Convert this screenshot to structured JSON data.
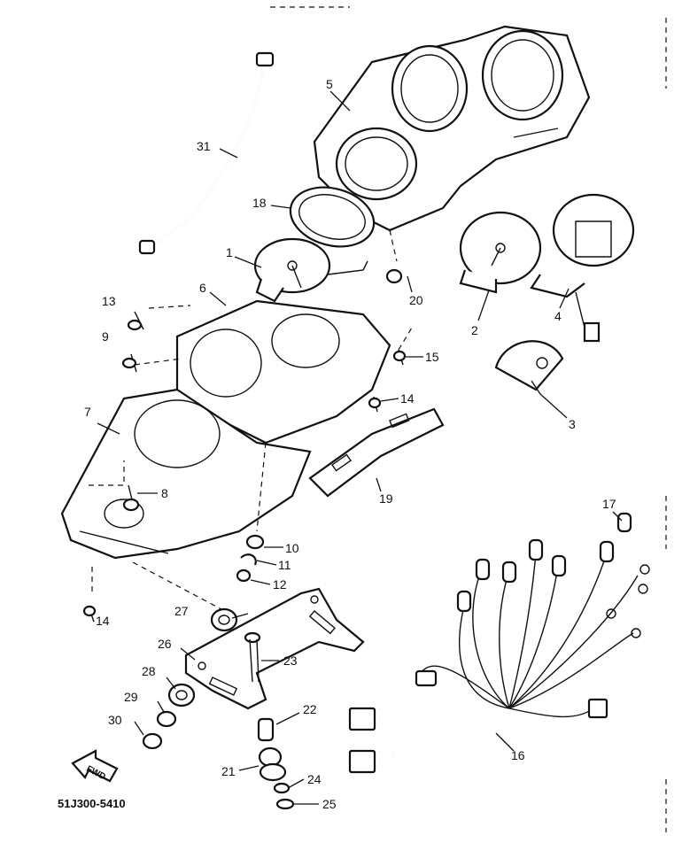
{
  "diagram": {
    "code": "51J300-5410",
    "fwd_label": "FWD",
    "callouts": {
      "n1": "1",
      "n2": "2",
      "n3": "3",
      "n4": "4",
      "n5": "5",
      "n6": "6",
      "n7": "7",
      "n8": "8",
      "n9": "9",
      "n10": "10",
      "n11": "11",
      "n12": "12",
      "n13": "13",
      "n14a": "14",
      "n14b": "14",
      "n15": "15",
      "n16": "16",
      "n17": "17",
      "n18": "18",
      "n19": "19",
      "n20": "20",
      "n21": "21",
      "n22": "22",
      "n23": "23",
      "n24": "24",
      "n25": "25",
      "n26": "26",
      "n27": "27",
      "n28": "28",
      "n29": "29",
      "n30": "30",
      "n31": "31"
    }
  }
}
